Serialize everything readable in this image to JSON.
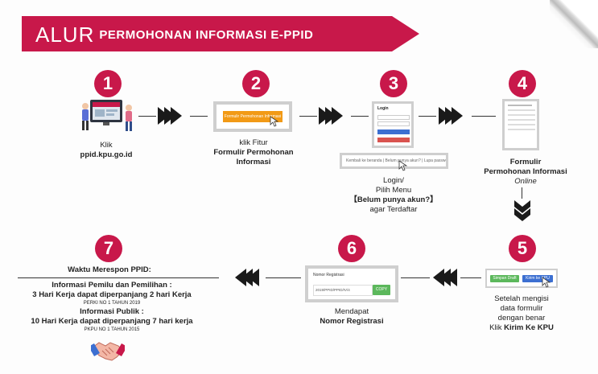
{
  "header": {
    "title_light": "ALUR",
    "title_bold": "PERMOHONAN INFORMASI E-PPID"
  },
  "steps": [
    {
      "number": "1",
      "line1": "Klik",
      "line2": "ppid.kpu.go.id"
    },
    {
      "number": "2",
      "line1": "klik Fitur",
      "line2": "Formulir Permohonan",
      "line3": "Informasi",
      "button": "Formulir Permohonan Informasi"
    },
    {
      "number": "3",
      "line1": "Login/",
      "line2": "Pilih Menu",
      "line3": "【Belum punya akun?】",
      "line4": "agar Terdaftar",
      "bar_text": "Kembali ke beranda | Belum punya akun? | Lupa password?",
      "login_title": "Login"
    },
    {
      "number": "4",
      "line1": "Formulir",
      "line2": "Permohonan Informasi",
      "line3": "Online"
    },
    {
      "number": "5",
      "line1": "Setelah mengisi",
      "line2": "data formulir",
      "line3": "dengan benar",
      "line4_pre": "Klik ",
      "line4_bold": "Kirim Ke KPU",
      "btn_draft": "Simpan Draft",
      "btn_kirim": "Kirim ke KPU"
    },
    {
      "number": "6",
      "line1": "Mendapat",
      "line2": "Nomor Registrasi",
      "reg_title": "Nomor Registrasi",
      "reg_value": "2019/PPID/PPID/IV/4",
      "copy": "COPY"
    },
    {
      "number": "7",
      "heading": "Waktu Merespon PPID:",
      "a_title": "Informasi Pemilu dan Pemilihan :",
      "a_text": "3 Hari Kerja dapat diperpanjang 2 hari Kerja",
      "a_ref": "PERKI NO 1 TAHUN 2019",
      "b_title": "Informasi Publik :",
      "b_text": "10 Hari Kerja dapat diperpanjang 7 hari kerja",
      "b_ref": "PKPU NO 1 TAHUN 2015"
    }
  ]
}
